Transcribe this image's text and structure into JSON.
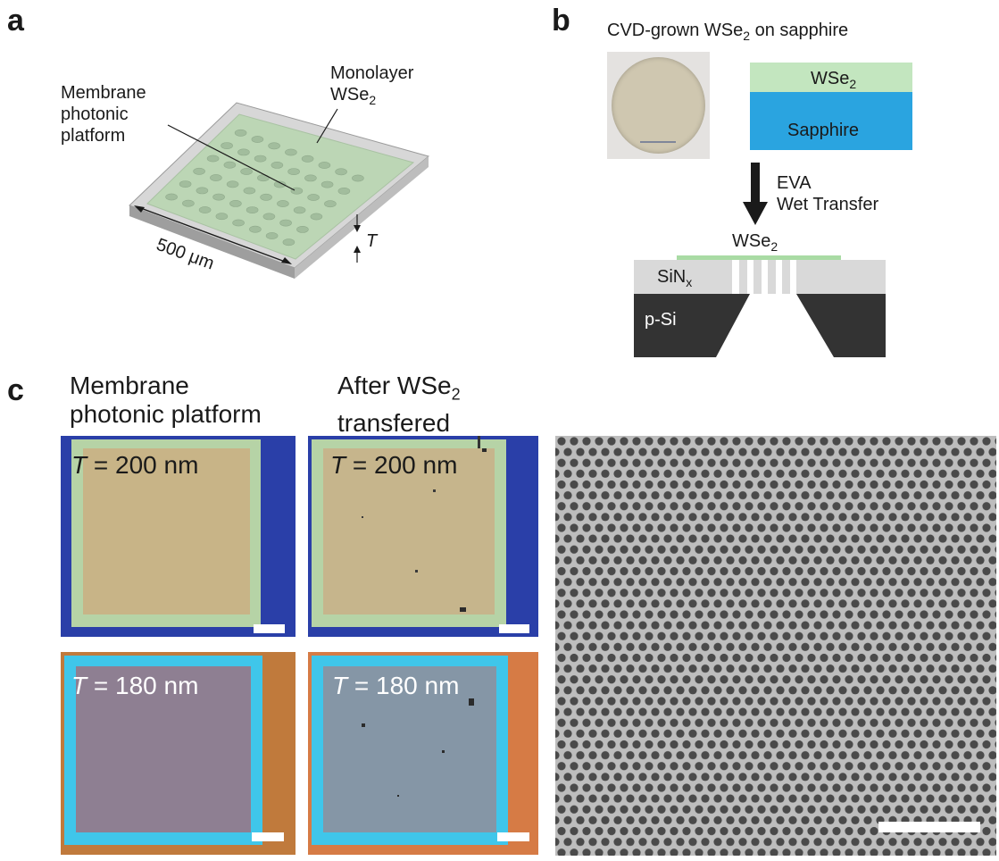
{
  "panels": {
    "a": {
      "letter": "a",
      "label_membrane_line1": "Membrane",
      "label_membrane_line2": "photonic",
      "label_membrane_line3": "platform",
      "label_monolayer_line1": "Monolayer",
      "label_monolayer_ws": "WSe",
      "label_monolayer_sub": "2",
      "label_width": "500 μm",
      "label_thickness": "T"
    },
    "b": {
      "letter": "b",
      "title_prefix": "CVD-grown WSe",
      "title_sub": "2",
      "title_suffix": " on sapphire",
      "layer_top_text": "WSe",
      "layer_top_sub": "2",
      "layer_bottom_text": "Sapphire",
      "arrow_line1": "EVA",
      "arrow_line2": "Wet Transfer",
      "device_ws_text": "WSe",
      "device_ws_sub": "2",
      "device_sin_text": "SiN",
      "device_sin_sub": "x",
      "device_si_text": "p-Si",
      "colors": {
        "wse2": "#c3e6bf",
        "sapphire": "#2aa4e0",
        "sin": "#d9d9d9",
        "psi": "#333333"
      }
    },
    "c": {
      "letter": "c",
      "col1_line1": "Membrane",
      "col1_line2": "photonic platform",
      "col2_line1_prefix": "After WSe",
      "col2_line1_sub": "2",
      "col2_line2": "transfered",
      "img_200_before": {
        "t_symbol": "T",
        "t_value": " = 200 nm"
      },
      "img_200_after": {
        "t_symbol": "T",
        "t_value": " = 200 nm"
      },
      "img_180_before": {
        "t_symbol": "T",
        "t_value": " = 180 nm"
      },
      "img_180_after": {
        "t_symbol": "T",
        "t_value": " = 180 nm"
      },
      "colors": {
        "blue_bg": "#2a3fa8",
        "tan": "#c8b487",
        "green_frame": "#b6d3a6",
        "orange_bg": "#c07a3c",
        "cyan_frame": "#3fc6ea",
        "mauve": "#8e7f92",
        "gray_blue": "#8596a6"
      }
    }
  }
}
